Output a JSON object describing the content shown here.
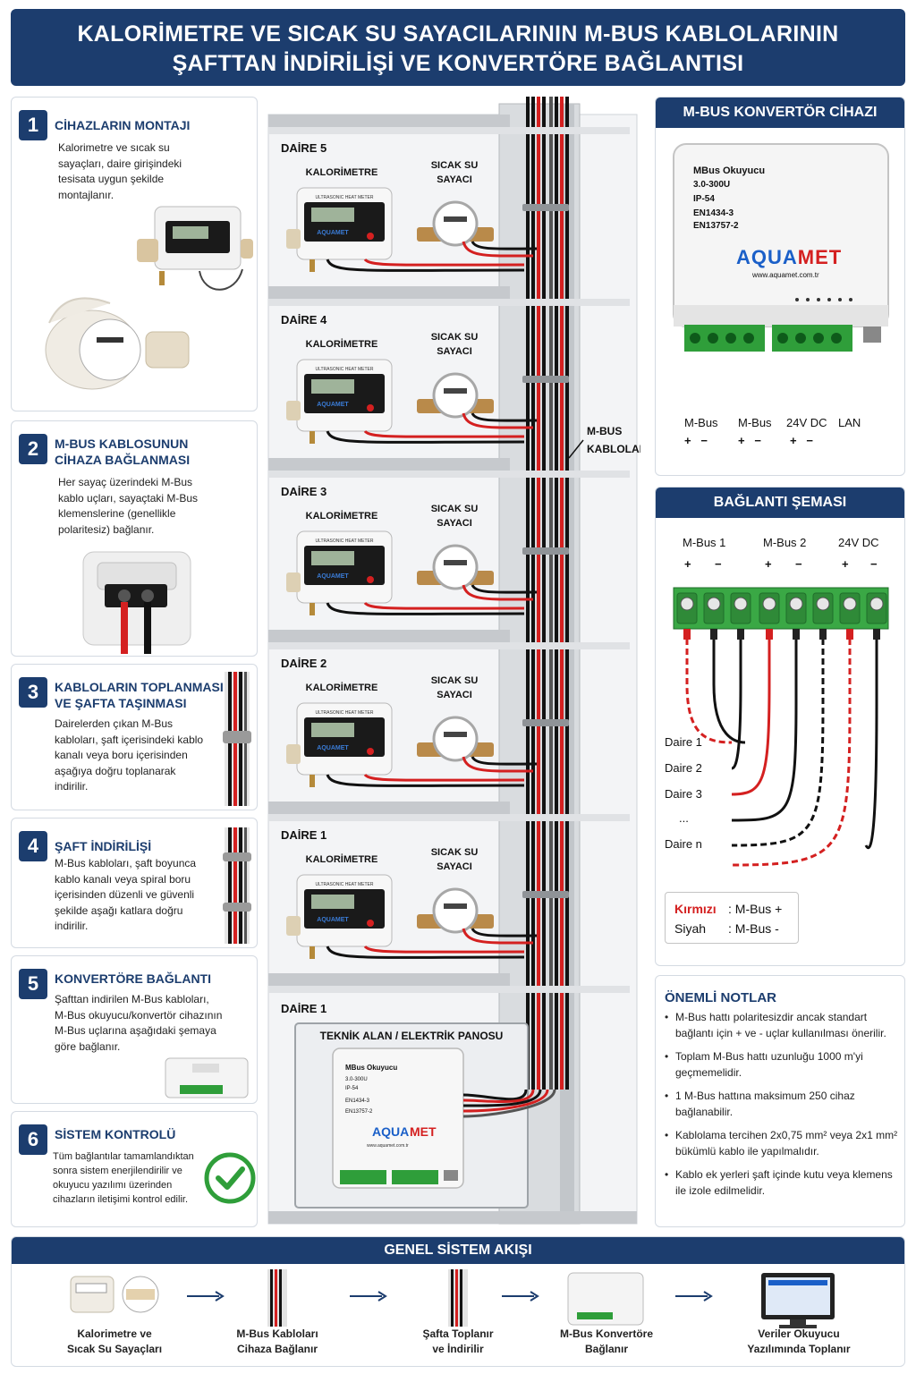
{
  "header": {
    "line1": "KALORİMETRE VE SICAK SU SAYACILARININ M-BUS KABLOLARININ",
    "line2": "ŞAFTTAN İNDİRİLİŞİ VE KONVERTÖRE BAĞLANTISI"
  },
  "steps": [
    {
      "num": "1",
      "title": "CİHAZLARIN MONTAJI",
      "body": "Kalorimetre ve sıcak su sayaçları, daire girişindeki tesisata uygun şekilde montajlanır."
    },
    {
      "num": "2",
      "title": "M-BUS KABLOSUNUN CİHAZA BAĞLANMASI",
      "body": "Her sayaç üzerindeki M-Bus kablo uçları, sayaçtaki M-Bus klemenslerine (genellikle polaritesiz) bağlanır."
    },
    {
      "num": "3",
      "title": "KABLOLARIN TOPLANMASI VE ŞAFTA TAŞINMASI",
      "body": "Dairelerden çıkan M-Bus kabloları, şaft içerisindeki kablo kanalı veya boru içerisinden aşağıya doğru toplanarak indirilir."
    },
    {
      "num": "4",
      "title": "ŞAFT İNDİRİLİŞİ",
      "body": "M-Bus kabloları, şaft boyunca kablo kanalı veya spiral boru içerisinden düzenli ve güvenli şekilde aşağı katlara doğru indirilir."
    },
    {
      "num": "5",
      "title": "KONVERTÖRE BAĞLANTI",
      "body": "Şafttan indirilen M-Bus kabloları, M-Bus okuyucu/konvertör cihazının M-Bus uçlarına aşağıdaki şemaya göre bağlanır."
    },
    {
      "num": "6",
      "title": "SİSTEM KONTROLÜ",
      "body": "Tüm bağlantılar tamamlandıktan sonra sistem enerjilendirilir ve okuyucu yazılımı üzerinden cihazların iletişimi kontrol edilir."
    }
  ],
  "building": {
    "floors": [
      {
        "label": "DAİRE 5"
      },
      {
        "label": "DAİRE 4"
      },
      {
        "label": "DAİRE 3"
      },
      {
        "label": "DAİRE 2"
      },
      {
        "label": "DAİRE 1"
      }
    ],
    "heat_meter_label": "KALORİMETRE",
    "water_meter_label_1": "SICAK SU",
    "water_meter_label_2": "SAYACI",
    "meter_screen_text": "ULTRASONIC HEAT METER",
    "meter_brand": "AQUAMET",
    "cables_label_1": "M-BUS",
    "cables_label_2": "KABLOLARI",
    "ground_label": "DAİRE 1",
    "panel_label": "TEKNİK ALAN / ELEKTRİK PANOSU"
  },
  "device": {
    "name": "MBus Okuyucu",
    "model": "3.0-300U",
    "ip": "IP-54",
    "std1": "EN1434-3",
    "std2": "EN13757-2",
    "brand_a": "AQUA",
    "brand_b": "MET",
    "url": "www.aquamet.com.tr"
  },
  "converter_panel": {
    "title": "M-BUS KONVERTÖR CİHAZI",
    "terminals": [
      {
        "label": "M-Bus",
        "signs": "+   −"
      },
      {
        "label": "M-Bus",
        "signs": "+   −"
      },
      {
        "label": "24V DC",
        "signs": "+   −"
      },
      {
        "label": "LAN",
        "signs": ""
      }
    ]
  },
  "wiring": {
    "title": "BAĞLANTI ŞEMASI",
    "groups": [
      {
        "label": "M-Bus 1",
        "plus": "+",
        "minus": "−"
      },
      {
        "label": "M-Bus 2",
        "plus": "+",
        "minus": "−"
      },
      {
        "label": "24V DC",
        "plus": "+",
        "minus": "−"
      }
    ],
    "lines": [
      "Daire 1",
      "Daire 2",
      "Daire 3",
      "...",
      "Daire n"
    ],
    "legend": [
      {
        "color_name": "Kırmızı",
        "meaning": ": M-Bus +"
      },
      {
        "color_name": "Siyah",
        "meaning": ": M-Bus -"
      }
    ]
  },
  "notes": {
    "title": "ÖNEMLİ NOTLAR",
    "items": [
      "M-Bus hattı polaritesizdir ancak standart bağlantı için + ve - uçlar kullanılması önerilir.",
      "Toplam M-Bus hattı uzunluğu 1000 m'yi geçmemelidir.",
      "1 M-Bus hattına maksimum 250 cihaz bağlanabilir.",
      "Kablolama tercihen 2x0,75 mm² veya 2x1 mm² bükümlü kablo ile yapılmalıdır.",
      "Kablo ek yerleri şaft içinde kutu veya klemens ile izole edilmelidir."
    ]
  },
  "flow": {
    "title": "GENEL SİSTEM AKIŞI",
    "steps": [
      {
        "line1": "Kalorimetre ve",
        "line2": "Sıcak Su Sayaçları"
      },
      {
        "line1": "M-Bus Kabloları",
        "line2": "Cihaza Bağlanır"
      },
      {
        "line1": "Şafta Toplanır",
        "line2": "ve İndirilir"
      },
      {
        "line1": "M-Bus Konvertöre",
        "line2": "Bağlanır"
      },
      {
        "line1": "Veriler Okuyucu",
        "line2": "Yazılımında Toplanır"
      }
    ]
  },
  "colors": {
    "navy": "#1c3d6e",
    "red": "#d42020",
    "black": "#111111",
    "green": "#2f9e3a",
    "brand_blue": "#1a5fc8"
  }
}
